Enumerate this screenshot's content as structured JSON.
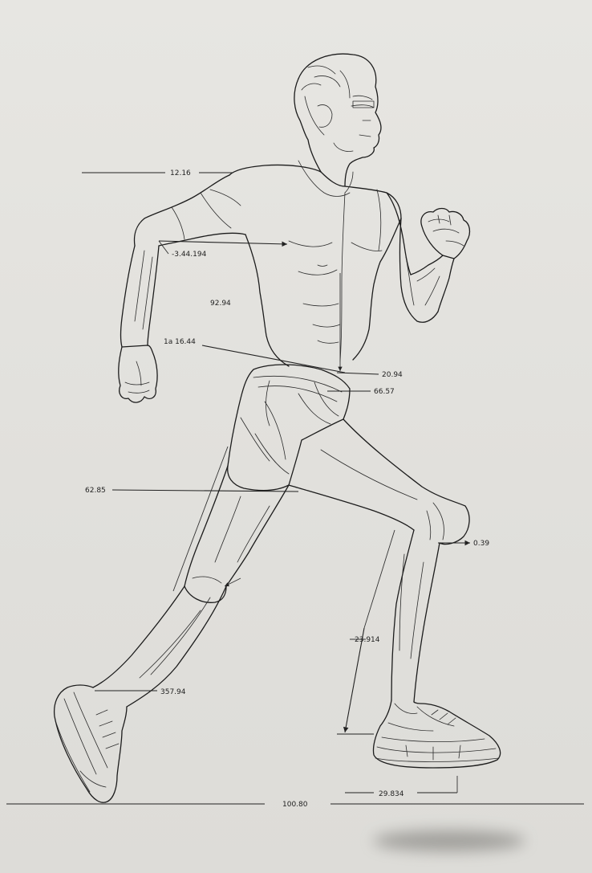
{
  "measurements": {
    "m1": "12.16",
    "m2": "-3.44.194",
    "m3": "92.94",
    "m4": "1a 16.44",
    "m5": "20.94",
    "m6": "66.57",
    "m7": "62.85",
    "m8": "0.39",
    "m9": "23.914",
    "m10": "357.94",
    "m11": "29.834",
    "m12": "100.80"
  },
  "colors": {
    "line": "#1c1c1c",
    "background": "#e4e3df",
    "shadow": "#6f6e6b"
  }
}
